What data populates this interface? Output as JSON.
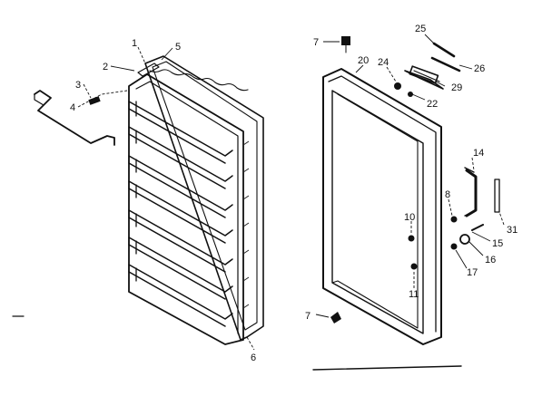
{
  "callouts": [
    {
      "id": "1",
      "text": "1"
    },
    {
      "id": "2",
      "text": "2"
    },
    {
      "id": "3",
      "text": "3"
    },
    {
      "id": "4",
      "text": "4"
    },
    {
      "id": "5",
      "text": "5"
    },
    {
      "id": "6",
      "text": "6"
    },
    {
      "id": "7a",
      "text": "7"
    },
    {
      "id": "7b",
      "text": "7"
    },
    {
      "id": "8",
      "text": "8"
    },
    {
      "id": "10",
      "text": "10"
    },
    {
      "id": "11",
      "text": "11"
    },
    {
      "id": "14",
      "text": "14"
    },
    {
      "id": "15",
      "text": "15"
    },
    {
      "id": "16",
      "text": "16"
    },
    {
      "id": "17",
      "text": "17"
    },
    {
      "id": "20",
      "text": "20"
    },
    {
      "id": "22",
      "text": "22"
    },
    {
      "id": "24",
      "text": "24"
    },
    {
      "id": "25",
      "text": "25"
    },
    {
      "id": "26",
      "text": "26"
    },
    {
      "id": "29",
      "text": "29"
    },
    {
      "id": "31",
      "text": "31"
    }
  ]
}
